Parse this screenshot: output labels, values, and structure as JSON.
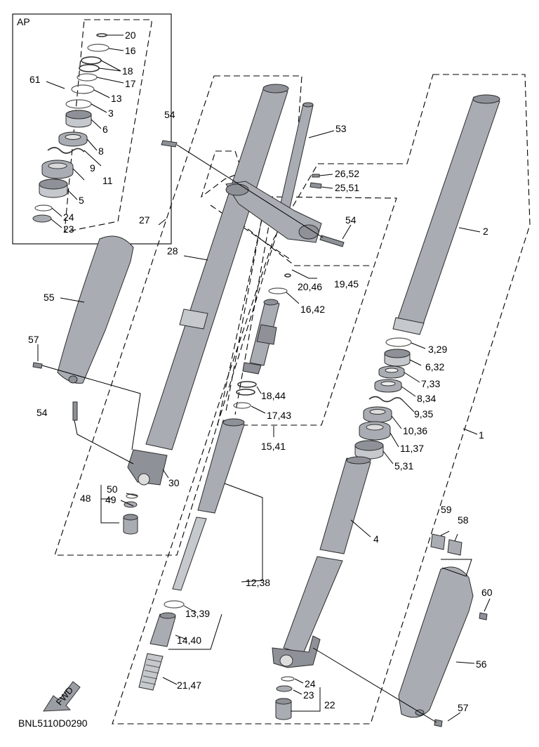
{
  "diagram_code": "BNL5110D0290",
  "fwd_label": "FWD",
  "kit_label": "AP",
  "callouts": {
    "c20": "20",
    "c16": "16",
    "c18": "18",
    "c17": "17",
    "c13": "13",
    "c3": "3",
    "c6": "6",
    "c8": "8",
    "c9": "9",
    "c11": "11",
    "c5": "5",
    "c24a": "24",
    "c23a": "23",
    "c61": "61",
    "c54a": "54",
    "c53": "53",
    "c26_52": "26,52",
    "c25_51": "25,51",
    "c54b": "54",
    "c27": "27",
    "c28": "28",
    "c2": "2",
    "c20_46": "20,46",
    "c19_45": "19,45",
    "c16_42": "16,42",
    "c55": "55",
    "c57a": "57",
    "c3_29": "3,29",
    "c6_32": "6,32",
    "c7_33": "7,33",
    "c8_34": "8,34",
    "c9_35": "9,35",
    "c10_36": "10,36",
    "c11_37": "11,37",
    "c5_31": "5,31",
    "c18_44": "18,44",
    "c17_43": "17,43",
    "c15_41": "15,41",
    "c1": "1",
    "c54c": "54",
    "c30": "30",
    "c50": "50",
    "c49": "49",
    "c48": "48",
    "c4": "4",
    "c59": "59",
    "c58": "58",
    "c60": "60",
    "c12_38": "12,38",
    "c13_39": "13,39",
    "c14_40": "14,40",
    "c56": "56",
    "c21_47": "21,47",
    "c24b": "24",
    "c23b": "23",
    "c22": "22",
    "c57b": "57"
  }
}
